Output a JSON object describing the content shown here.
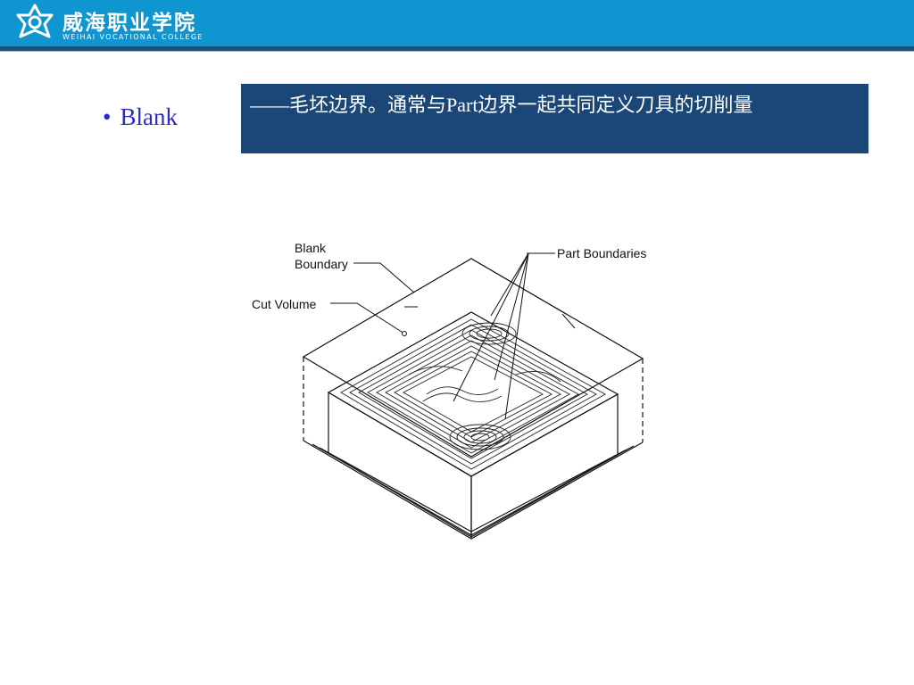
{
  "header": {
    "college_name": "威海职业学院",
    "college_subtitle": "WEIHAI VOCATIONAL COLLEGE",
    "logo_icon": "star-logo-icon",
    "bar_color": "#0f95cf",
    "rule_color": "#1c4f7c"
  },
  "slide": {
    "bullet_text": "Blank",
    "bullet_color": "#2a2acc",
    "callout_text": "——毛坯边界。通常与Part边界一起共同定义刀具的切削量",
    "callout_bg": "#1b4778"
  },
  "figure": {
    "labels": {
      "blank_line1": "Blank",
      "blank_line2": "Boundary",
      "cut_volume": "Cut Volume",
      "part_boundaries": "Part Boundaries"
    }
  }
}
